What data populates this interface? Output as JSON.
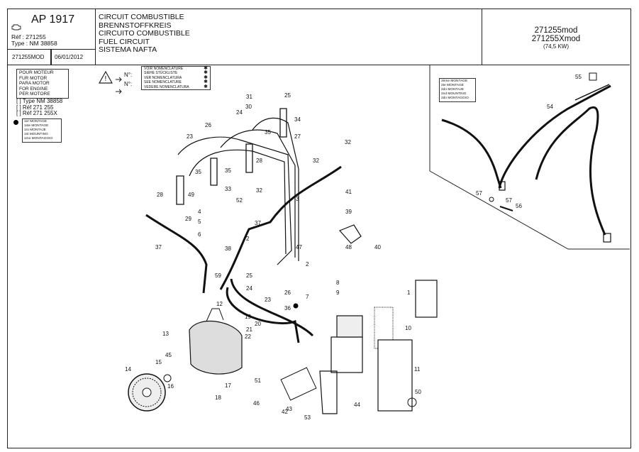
{
  "header": {
    "code": "AP 1917",
    "ref_line": "Réf : 271255",
    "type_line": "Type : NM 38858",
    "mod_code": "271255MOD",
    "date": "06/01/2012",
    "titles": [
      "CIRCUIT COMBUSTIBLE",
      "BRENNSTOFFKREIS",
      "CIRCUITO COMBUSTIBLE",
      "FUEL CIRCUIT",
      "SISTEMA NAFTA"
    ],
    "variant_1": "271255mod",
    "variant_2": "271255Xmod",
    "power": "(74,5 KW)"
  },
  "pour_moteur": [
    "POUR MOTEUR",
    "FUR MOTOR",
    "PARA MOTOR",
    "FOR ENGINE",
    "PER MOTORE"
  ],
  "type_refs": [
    "Type NM 38858",
    "Réf 271 255",
    "Réf 271 255X"
  ],
  "premier_montage": [
    "1er MONTAGE",
    "1ste MONTAGE",
    "1ro MONTAJE",
    "1st MOUNTING",
    "1mo MONTAGGIO"
  ],
  "nomenclature": [
    "VOIR NOMENCLATURE",
    "SIEHE STÜCKLISTE",
    "VER NOMENCLATURA",
    "SEE NOMENCLATURE",
    "VEDERE NOMENCLATURA"
  ],
  "nomenclature_star": "✱",
  "n_label": "N°:",
  "deuxieme_montage": [
    "2ème MONTAGE",
    "2te MONTAGE",
    "2do MONTAJE",
    "2nd MOUNTING",
    "2do MONTAGGIO"
  ],
  "callouts": {
    "c1": "1",
    "c2": "2",
    "c2b": "2",
    "c3": "3",
    "c4": "4",
    "c5": "5",
    "c6": "6",
    "c7": "7",
    "c8": "8",
    "c9": "9",
    "c10": "10",
    "c11": "11",
    "c12": "12",
    "c13": "13",
    "c14": "14",
    "c15": "15",
    "c16": "16",
    "c17": "17",
    "c18": "18",
    "c19": "19",
    "c20": "20",
    "c21": "21",
    "c22": "22",
    "c23": "23",
    "c23b": "23",
    "c24": "24",
    "c24b": "24",
    "c25": "25",
    "c25b": "25",
    "c26": "26",
    "c26b": "26",
    "c27": "27",
    "c28": "28",
    "c28b": "28",
    "c29": "29",
    "c30": "30",
    "c31": "31",
    "c32": "32",
    "c32b": "32",
    "c32c": "32",
    "c33": "33",
    "c34": "34",
    "c35": "35",
    "c35b": "35",
    "c35c": "35",
    "c36": "36",
    "c37": "37",
    "c37b": "37",
    "c38": "38",
    "c39": "39",
    "c40": "40",
    "c41": "41",
    "c42": "42",
    "c43": "43",
    "c44": "44",
    "c45": "45",
    "c46": "46",
    "c47": "47",
    "c48": "48",
    "c49": "49",
    "c50": "50",
    "c51": "51",
    "c52": "52",
    "c53": "53",
    "c54": "54",
    "c55": "55",
    "c56": "56",
    "c57": "57",
    "c57b": "57",
    "c59": "59"
  }
}
